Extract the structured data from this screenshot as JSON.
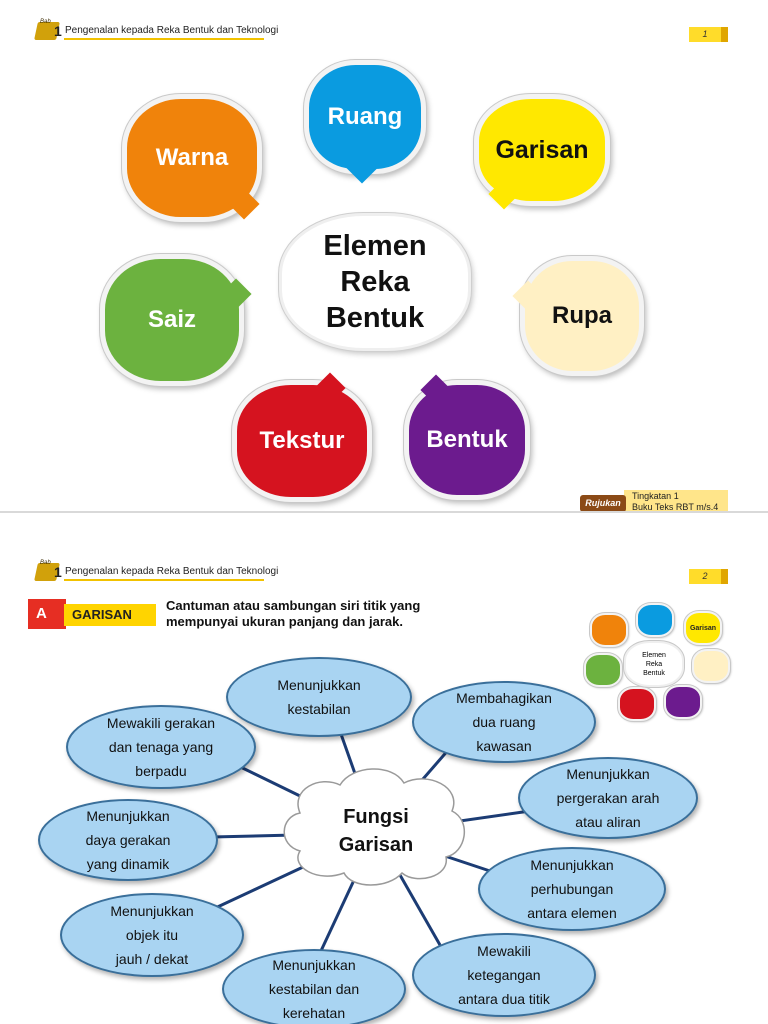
{
  "header": {
    "bab_label": "Bab",
    "chapter_num": "1",
    "chapter_title": "Pengenalan kepada Reka Bentuk dan Teknologi"
  },
  "slide1": {
    "page_num": "1",
    "center_lines": [
      "Elemen",
      "Reka",
      "Bentuk"
    ],
    "bubbles": {
      "ruang": {
        "label": "Ruang",
        "color": "#0a9be0",
        "text_color": "#ffffff"
      },
      "garisan": {
        "label": "Garisan",
        "color": "#ffe800",
        "text_color": "#111111"
      },
      "rupa": {
        "label": "Rupa",
        "color": "#fff0c4",
        "text_color": "#111111"
      },
      "bentuk": {
        "label": "Bentuk",
        "color": "#6c1b8e",
        "text_color": "#ffffff"
      },
      "tekstur": {
        "label": "Tekstur",
        "color": "#d5131f",
        "text_color": "#ffffff"
      },
      "saiz": {
        "label": "Saiz",
        "color": "#6cb23f",
        "text_color": "#ffffff"
      },
      "warna": {
        "label": "Warna",
        "color": "#f0830b",
        "text_color": "#ffffff"
      }
    },
    "rujukan": {
      "tag": "Rujukan",
      "line1": "Tingkatan 1",
      "line2": "Buku Teks RBT m/s.4"
    }
  },
  "slide2": {
    "page_num": "2",
    "section_letter": "A",
    "section_label": "GARISAN",
    "definition": "Cantuman atau sambungan siri titik yang mempunyai ukuran panjang dan jarak.",
    "center_lines": [
      "Fungsi",
      "Garisan"
    ],
    "ovals": [
      "Menunjukkan kestabilan",
      "Membahagikan dua ruang kawasan",
      "Mewakili gerakan dan tenaga yang berpadu",
      "Menunjukkan pergerakan arah atau aliran",
      "Menunjukkan daya gerakan yang dinamik",
      "Menunjukkan perhubungan antara elemen",
      "Menunjukkan objek itu jauh / dekat",
      "Mewakili ketegangan antara dua titik",
      "Menunjukkan kestabilan dan kerehatan"
    ],
    "oval_lines": [
      [
        "Menunjukkan",
        "kestabilan"
      ],
      [
        "Membahagikan",
        "dua ruang",
        "kawasan"
      ],
      [
        "Mewakili gerakan",
        "dan tenaga yang",
        "berpadu"
      ],
      [
        "Menunjukkan",
        "pergerakan arah",
        "atau aliran"
      ],
      [
        "Menunjukkan",
        "daya gerakan",
        "yang dinamik"
      ],
      [
        "Menunjukkan",
        "perhubungan",
        "antara elemen"
      ],
      [
        "Menunjukkan",
        "objek itu",
        "jauh / dekat"
      ],
      [
        "Mewakili",
        "ketegangan",
        "antara dua titik"
      ],
      [
        "Menunjukkan",
        "kestabilan dan",
        "kerehatan"
      ]
    ],
    "mini": {
      "center_lines": [
        "Elemen",
        "Reka",
        "Bentuk"
      ],
      "garisan_label": "Garisan"
    }
  }
}
